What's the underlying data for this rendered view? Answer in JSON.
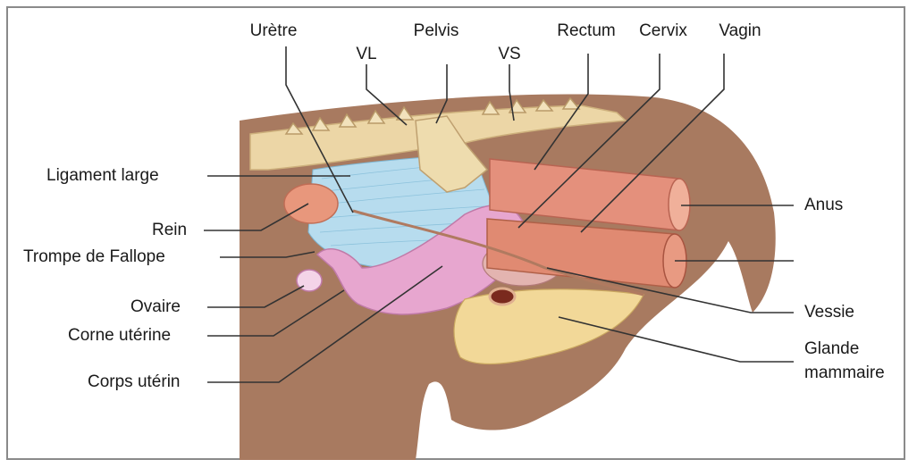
{
  "colors": {
    "skin": "#a87a60",
    "skin_dark": "#8f6450",
    "spine": "#ecd6a6",
    "pelvis": "#eedcae",
    "cavity": "#b7dcee",
    "uterus": "#e7a6cf",
    "rectum": "#e4907c",
    "kidney": "#e8977c",
    "mammary": "#f2d898",
    "leader": "#333333"
  },
  "labels": {
    "uretre": "Urètre",
    "vl": "VL",
    "pelvis": "Pelvis",
    "vs": "VS",
    "rectum": "Rectum",
    "cervix": "Cervix",
    "vagin": "Vagin",
    "ligament_large": "Ligament large",
    "rein": "Rein",
    "trompe": "Trompe de Fallope",
    "ovaire": "Ovaire",
    "corne": "Corne utérine",
    "corps": "Corps utérin",
    "anus": "Anus",
    "vessie": "Vessie",
    "glande_line1": "Glande",
    "glande_line2": "mammaire"
  }
}
